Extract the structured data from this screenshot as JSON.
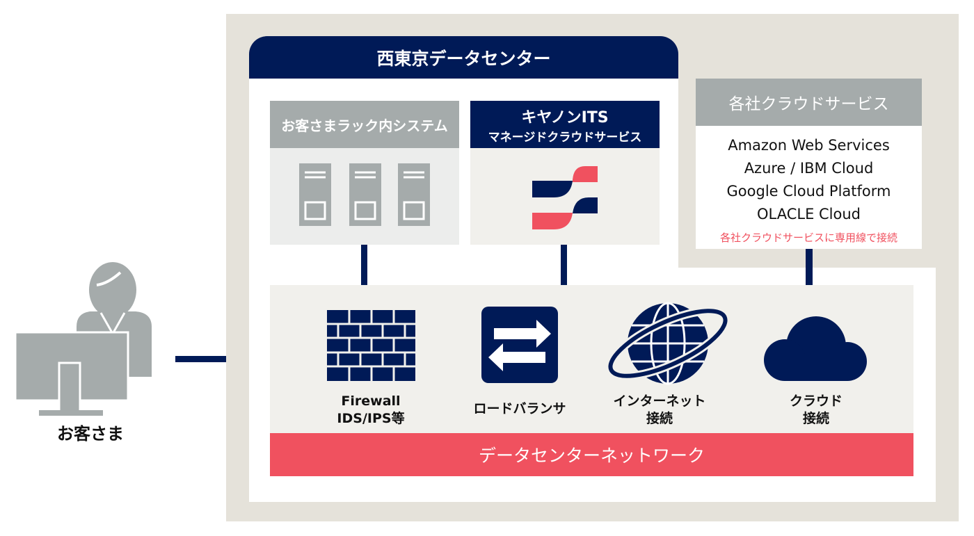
{
  "customer": {
    "label": "お客さま"
  },
  "datacenter": {
    "title": "西東京データセンター",
    "rack": {
      "title": "お客さまラック内システム"
    },
    "canon": {
      "title_line1": "キヤノンITS",
      "title_line2": "マネージドクラウドサービス"
    },
    "network": {
      "items": [
        {
          "line1": "Firewall",
          "line2": "IDS/IPS等",
          "icon": "firewall-icon"
        },
        {
          "line1": "ロードバランサ",
          "line2": "",
          "icon": "load-balancer-icon"
        },
        {
          "line1": "インターネット",
          "line2": "接続",
          "icon": "globe-icon"
        },
        {
          "line1": "クラウド",
          "line2": "接続",
          "icon": "cloud-icon"
        }
      ],
      "bar_label": "データセンターネットワーク"
    }
  },
  "cloud_services": {
    "title": "各社クラウドサービス",
    "providers": [
      "Amazon Web Services",
      "Azure / IBM Cloud",
      "Google Cloud Platform",
      "OLACLE Cloud"
    ],
    "note": "各社クラウドサービスに専用線で接続"
  },
  "colors": {
    "navy": "#001a57",
    "pink": "#f0515f",
    "gray": "#a5abab",
    "beige": "#e5e2da"
  }
}
